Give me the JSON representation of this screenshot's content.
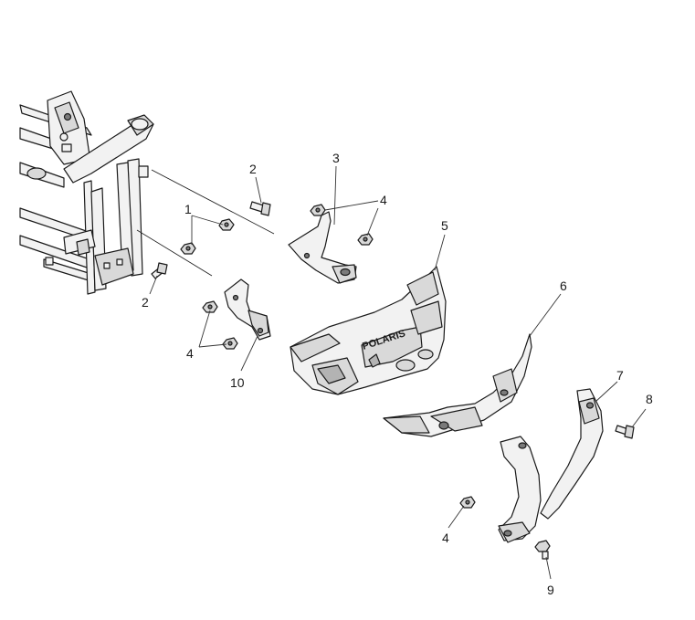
{
  "diagram": {
    "callouts": [
      {
        "label": "1"
      },
      {
        "label": "2"
      },
      {
        "label": "2"
      },
      {
        "label": "3"
      },
      {
        "label": "4"
      },
      {
        "label": "4"
      },
      {
        "label": "4"
      },
      {
        "label": "5"
      },
      {
        "label": "6"
      },
      {
        "label": "7"
      },
      {
        "label": "8"
      },
      {
        "label": "9"
      },
      {
        "label": "10"
      }
    ],
    "bumper_logo": "POLARIS"
  }
}
